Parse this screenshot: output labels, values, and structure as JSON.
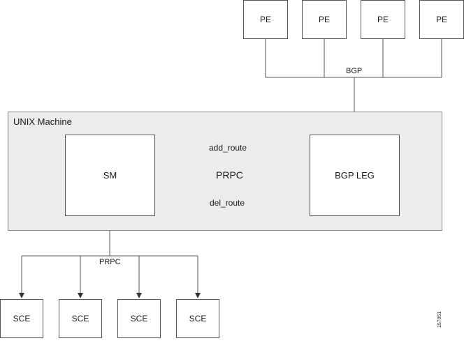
{
  "diagram": {
    "pe_nodes": [
      "PE",
      "PE",
      "PE",
      "PE"
    ],
    "bgp_label": "BGP",
    "unix_machine_label": "UNIX Machine",
    "sm_label": "SM",
    "bgp_leg_label": "BGP LEG",
    "add_route_label": "add_route",
    "prpc_center_label": "PRPC",
    "del_route_label": "del_route",
    "prpc_bottom_label": "PRPC",
    "sce_nodes": [
      "SCE",
      "SCE",
      "SCE",
      "SCE"
    ],
    "figure_id": "157051"
  },
  "colors": {
    "region_fill": "#ececec",
    "line": "#555555"
  }
}
